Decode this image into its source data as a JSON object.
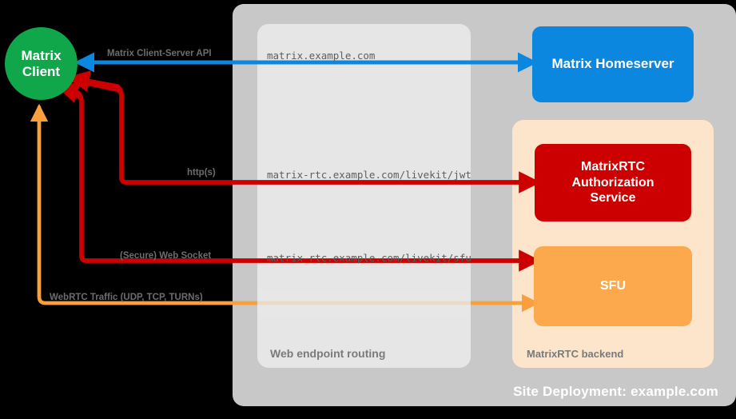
{
  "diagram": {
    "site_panel_label": "Site Deployment: example.com",
    "routing_panel_label": "Web endpoint routing",
    "backend_panel_label": "MatrixRTC backend"
  },
  "nodes": {
    "client": "Matrix\nClient",
    "homeserver": "Matrix Homeserver",
    "auth_service": "MatrixRTC\nAuthorization\nService",
    "sfu": "SFU"
  },
  "edges": [
    {
      "name": "matrix-client-server-api",
      "label": "Matrix Client-Server API",
      "endpoint": "matrix.example.com",
      "color": "#0c87e0"
    },
    {
      "name": "https-jwt",
      "label": "http(s)",
      "endpoint": "matrix-rtc.example.com/livekit/jwt",
      "color": "#cc0000"
    },
    {
      "name": "secure-web-socket",
      "label": "(Secure) Web Socket",
      "endpoint": "matrix-rtc.example.com/livekit/sfu",
      "color": "#cc0000"
    },
    {
      "name": "webrtc-traffic",
      "label": "WebRTC Traffic (UDP, TCP, TURNs)",
      "endpoint": "",
      "color": "#f9a03c"
    }
  ],
  "colors": {
    "background": "#000000",
    "site_panel": "#c8c8c8",
    "routing_panel": "#e6e6e6",
    "backend_panel": "#fde5cb",
    "client": "#10a64a",
    "homeserver": "#0c87e0",
    "auth_service": "#cc0000",
    "sfu": "#fba94c",
    "blue_edge": "#0c87e0",
    "red_edge": "#cc0000",
    "orange_edge": "#f9a03c",
    "label_text": "#6d6d6d",
    "url_text": "#5e5e5e"
  }
}
